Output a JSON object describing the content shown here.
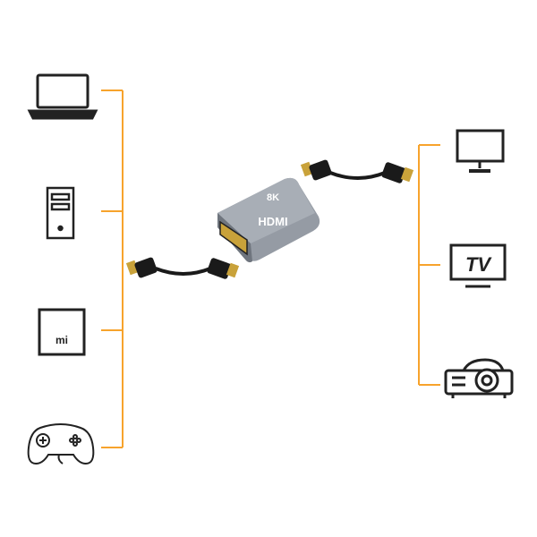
{
  "colors": {
    "bracket": "#f7a32c",
    "icon": "#222222",
    "adapter_body": "#8a9099",
    "connector_gold": "#c9a23a",
    "cable": "#1a1a1a"
  },
  "adapter": {
    "label_top": "8K",
    "label_main": "HDMI"
  },
  "sources": [
    {
      "icon": "laptop-icon"
    },
    {
      "icon": "desktop-tower-icon"
    },
    {
      "icon": "mi-box-icon",
      "text": "mi"
    },
    {
      "icon": "gamepad-icon"
    }
  ],
  "displays": [
    {
      "icon": "monitor-icon"
    },
    {
      "icon": "tv-icon",
      "text": "TV"
    },
    {
      "icon": "projector-icon"
    }
  ]
}
